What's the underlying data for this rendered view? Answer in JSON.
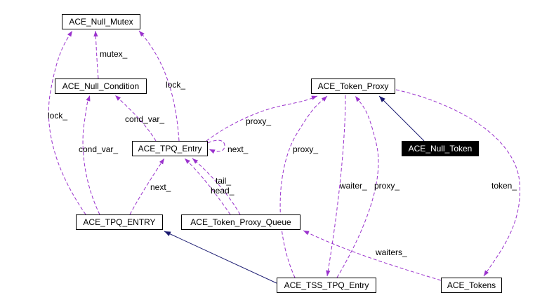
{
  "diagram": {
    "type": "collaboration-graph",
    "nodes": [
      {
        "id": "ACE_Null_Mutex",
        "label": "ACE_Null_Mutex",
        "highlighted": false
      },
      {
        "id": "ACE_Null_Condition",
        "label": "ACE_Null_Condition",
        "highlighted": false
      },
      {
        "id": "ACE_TPQ_Entry",
        "label": "ACE_TPQ_Entry",
        "highlighted": false
      },
      {
        "id": "ACE_Token_Proxy",
        "label": "ACE_Token_Proxy",
        "highlighted": false
      },
      {
        "id": "ACE_Null_Token",
        "label": "ACE_Null_Token",
        "highlighted": true
      },
      {
        "id": "ACE_TPQ_ENTRY",
        "label": "ACE_TPQ_ENTRY",
        "highlighted": false
      },
      {
        "id": "ACE_Token_Proxy_Queue",
        "label": "ACE_Token_Proxy_Queue",
        "highlighted": false
      },
      {
        "id": "ACE_TSS_TPQ_Entry",
        "label": "ACE_TSS_TPQ_Entry",
        "highlighted": false
      },
      {
        "id": "ACE_Tokens",
        "label": "ACE_Tokens",
        "highlighted": false
      }
    ],
    "edges": [
      {
        "from": "ACE_Null_Condition",
        "to": "ACE_Null_Mutex",
        "label": "mutex_",
        "type": "usage"
      },
      {
        "from": "ACE_TPQ_Entry",
        "to": "ACE_Null_Mutex",
        "label": "lock_",
        "type": "usage"
      },
      {
        "from": "ACE_TPQ_ENTRY",
        "to": "ACE_Null_Mutex",
        "label": "lock_",
        "type": "usage"
      },
      {
        "from": "ACE_TPQ_Entry",
        "to": "ACE_Null_Condition",
        "label": "cond_var_",
        "type": "usage"
      },
      {
        "from": "ACE_TPQ_ENTRY",
        "to": "ACE_Null_Condition",
        "label": "cond_var_",
        "type": "usage"
      },
      {
        "from": "ACE_TPQ_Entry",
        "to": "ACE_TPQ_Entry",
        "label": "next_",
        "type": "usage"
      },
      {
        "from": "ACE_TPQ_ENTRY",
        "to": "ACE_TPQ_Entry",
        "label": "next_",
        "type": "usage"
      },
      {
        "from": "ACE_Token_Proxy_Queue",
        "to": "ACE_TPQ_Entry",
        "label": "tail_",
        "type": "usage"
      },
      {
        "from": "ACE_Token_Proxy_Queue",
        "to": "ACE_TPQ_Entry",
        "label": "head_",
        "type": "usage"
      },
      {
        "from": "ACE_TPQ_Entry",
        "to": "ACE_Token_Proxy",
        "label": "proxy_",
        "type": "usage"
      },
      {
        "from": "ACE_TSS_TPQ_Entry",
        "to": "ACE_Token_Proxy",
        "label": "proxy_",
        "type": "usage"
      },
      {
        "from": "ACE_Token_Proxy",
        "to": "ACE_TSS_TPQ_Entry",
        "label": "waiter_",
        "type": "usage"
      },
      {
        "from": "ACE_TSS_TPQ_Entry",
        "to": "ACE_Token_Proxy",
        "label": "proxy_",
        "type": "usage"
      },
      {
        "from": "ACE_Token_Proxy",
        "to": "ACE_Tokens",
        "label": "token_",
        "type": "usage"
      },
      {
        "from": "ACE_Tokens",
        "to": "ACE_Token_Proxy_Queue",
        "label": "waiters_",
        "type": "usage"
      },
      {
        "from": "ACE_Null_Token",
        "to": "ACE_Token_Proxy",
        "label": "",
        "type": "inheritance"
      },
      {
        "from": "ACE_TSS_TPQ_Entry",
        "to": "ACE_TPQ_ENTRY",
        "label": "",
        "type": "inheritance"
      }
    ],
    "colors": {
      "usage_edge": "#9a32cd",
      "inheritance_edge": "#191970",
      "node_border": "#000000",
      "node_background": "#ffffff",
      "node_text": "#000000",
      "highlight_background": "#000000",
      "highlight_text": "#ffffff"
    }
  }
}
